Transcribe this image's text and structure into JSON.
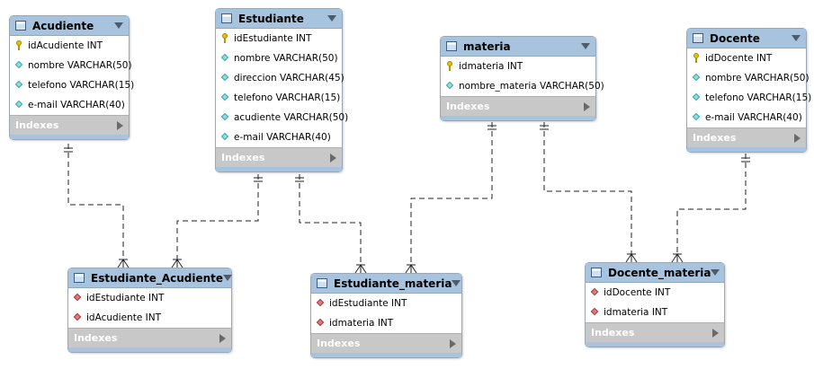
{
  "indexes_label": "Indexes",
  "tables": {
    "acudiente": {
      "title": "Acudiente",
      "columns": [
        {
          "icon": "primary-key-icon",
          "text": "idAcudiente INT"
        },
        {
          "icon": "column-diamond-icon",
          "text": "nombre VARCHAR(50)"
        },
        {
          "icon": "column-diamond-icon",
          "text": "telefono VARCHAR(15)"
        },
        {
          "icon": "column-diamond-icon",
          "text": "e-mail VARCHAR(40)"
        }
      ]
    },
    "estudiante": {
      "title": "Estudiante",
      "columns": [
        {
          "icon": "primary-key-icon",
          "text": "idEstudiante INT"
        },
        {
          "icon": "column-diamond-icon",
          "text": "nombre VARCHAR(50)"
        },
        {
          "icon": "column-diamond-icon",
          "text": "direccion VARCHAR(45)"
        },
        {
          "icon": "column-diamond-icon",
          "text": "telefono VARCHAR(15)"
        },
        {
          "icon": "column-diamond-icon",
          "text": "acudiente VARCHAR(50)"
        },
        {
          "icon": "column-diamond-icon",
          "text": "e-mail VARCHAR(40)"
        }
      ]
    },
    "materia": {
      "title": "materia",
      "columns": [
        {
          "icon": "primary-key-icon",
          "text": "idmateria INT"
        },
        {
          "icon": "column-diamond-icon",
          "text": "nombre_materia VARCHAR(50)"
        }
      ]
    },
    "docente": {
      "title": "Docente",
      "columns": [
        {
          "icon": "primary-key-icon",
          "text": "idDocente INT"
        },
        {
          "icon": "column-diamond-icon",
          "text": "nombre VARCHAR(50)"
        },
        {
          "icon": "column-diamond-icon",
          "text": "telefono VARCHAR(15)"
        },
        {
          "icon": "column-diamond-icon",
          "text": "e-mail VARCHAR(40)"
        }
      ]
    },
    "estudiante_acudiente": {
      "title": "Estudiante_Acudiente",
      "columns": [
        {
          "icon": "foreign-key-diamond-icon",
          "text": "idEstudiante INT"
        },
        {
          "icon": "foreign-key-diamond-icon",
          "text": "idAcudiente INT"
        }
      ]
    },
    "estudiante_materia": {
      "title": "Estudiante_materia",
      "columns": [
        {
          "icon": "foreign-key-diamond-icon",
          "text": "idEstudiante INT"
        },
        {
          "icon": "foreign-key-diamond-icon",
          "text": "idmateria INT"
        }
      ]
    },
    "docente_materia": {
      "title": "Docente_materia",
      "columns": [
        {
          "icon": "foreign-key-diamond-icon",
          "text": "idDocente INT"
        },
        {
          "icon": "foreign-key-diamond-icon",
          "text": "idmateria INT"
        }
      ]
    }
  }
}
